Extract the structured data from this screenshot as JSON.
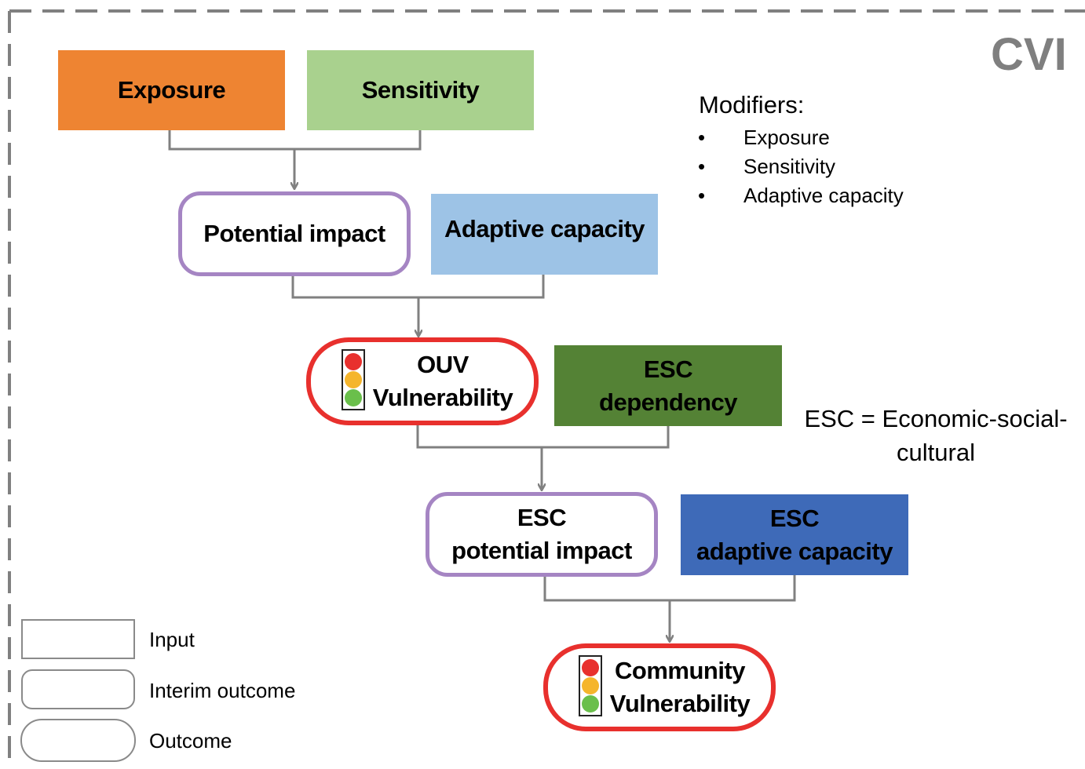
{
  "corner_title": "CVI",
  "nodes": {
    "exposure": {
      "label": "Exposure",
      "fill": "#ee8432"
    },
    "sensitivity": {
      "label": "Sensitivity",
      "fill": "#a9d18e"
    },
    "potential_impact": {
      "label": "Potential impact"
    },
    "adaptive_capacity": {
      "label": "Adaptive capacity",
      "fill": "#9dc3e6"
    },
    "ouv_vulnerability": {
      "line1": "OUV",
      "line2": "Vulnerability"
    },
    "esc_dependency": {
      "line1": "ESC",
      "line2": "dependency",
      "fill": "#548235"
    },
    "esc_potential_impact": {
      "line1": "ESC",
      "line2": "potential impact"
    },
    "esc_adaptive_capacity": {
      "line1": "ESC",
      "line2": "adaptive capacity",
      "fill": "#3e6ab8"
    },
    "community_vulnerability": {
      "line1": "Community",
      "line2": "Vulnerability"
    }
  },
  "modifiers": {
    "title": "Modifiers:",
    "items": [
      "Exposure",
      "Sensitivity",
      "Adaptive capacity"
    ]
  },
  "esc_note": {
    "line1": "ESC = Economic-social-",
    "line2": "cultural"
  },
  "legend": {
    "input": "Input",
    "interim": "Interim outcome",
    "outcome": "Outcome"
  },
  "colors": {
    "interim_border": "#a585c3",
    "outcome_border": "#e8302d",
    "connector": "#808080",
    "frame_dash": "#808080",
    "light_red": "#e8302d",
    "light_amber": "#f5b52c",
    "light_green": "#6abf4b"
  },
  "icons": {
    "traffic_light": "traffic-light-icon",
    "bullet": "bullet-icon"
  }
}
